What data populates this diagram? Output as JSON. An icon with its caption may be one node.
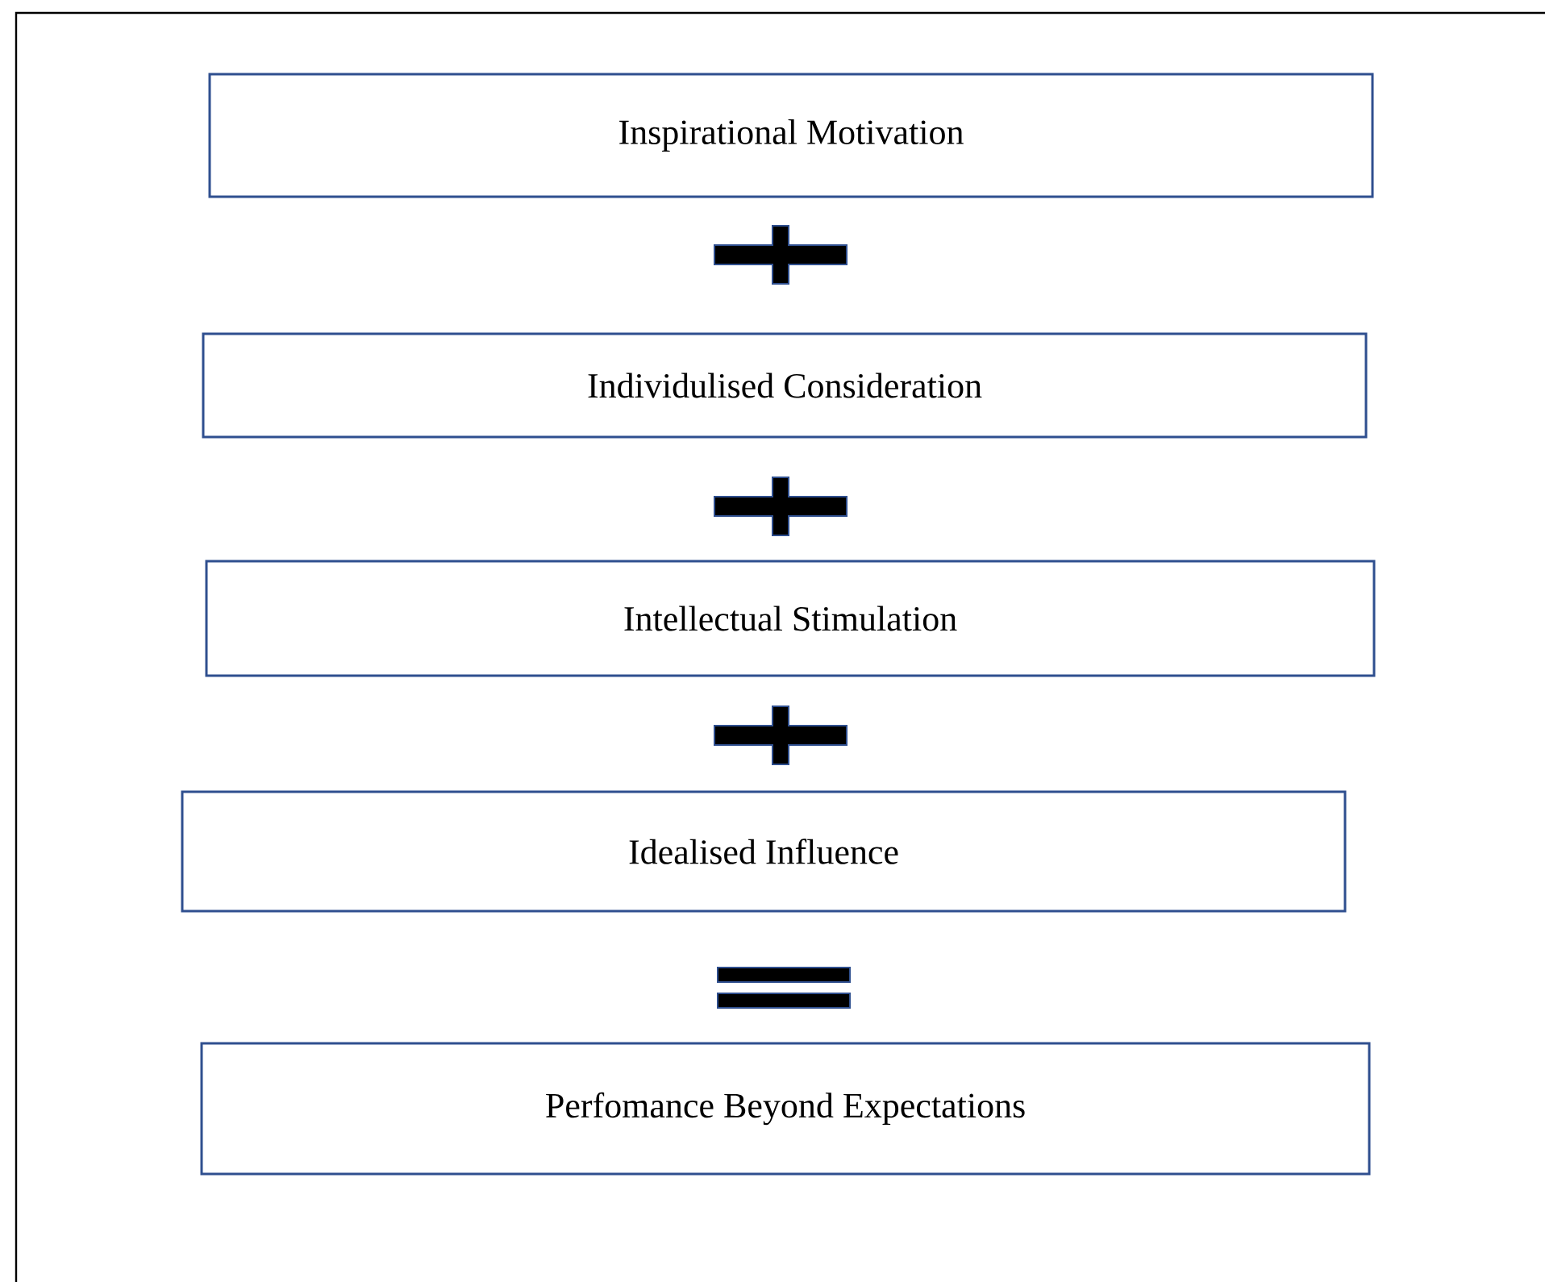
{
  "diagram": {
    "nodes": [
      {
        "text": [
          "Inspirational Motivation"
        ]
      },
      {
        "text": [],
        "shape": "plus"
      },
      {
        "text": [
          "Individulised Consideration"
        ]
      },
      {
        "text": [],
        "shape": "plus"
      },
      {
        "text": [
          "Intellectual Stimulation"
        ]
      },
      {
        "text": [],
        "shape": "plus"
      },
      {
        "text": [
          "Idealised Influence"
        ]
      },
      {
        "text": [],
        "shape": "equals"
      },
      {
        "text": [
          "Perfomance Beyond Expectations"
        ]
      }
    ]
  }
}
